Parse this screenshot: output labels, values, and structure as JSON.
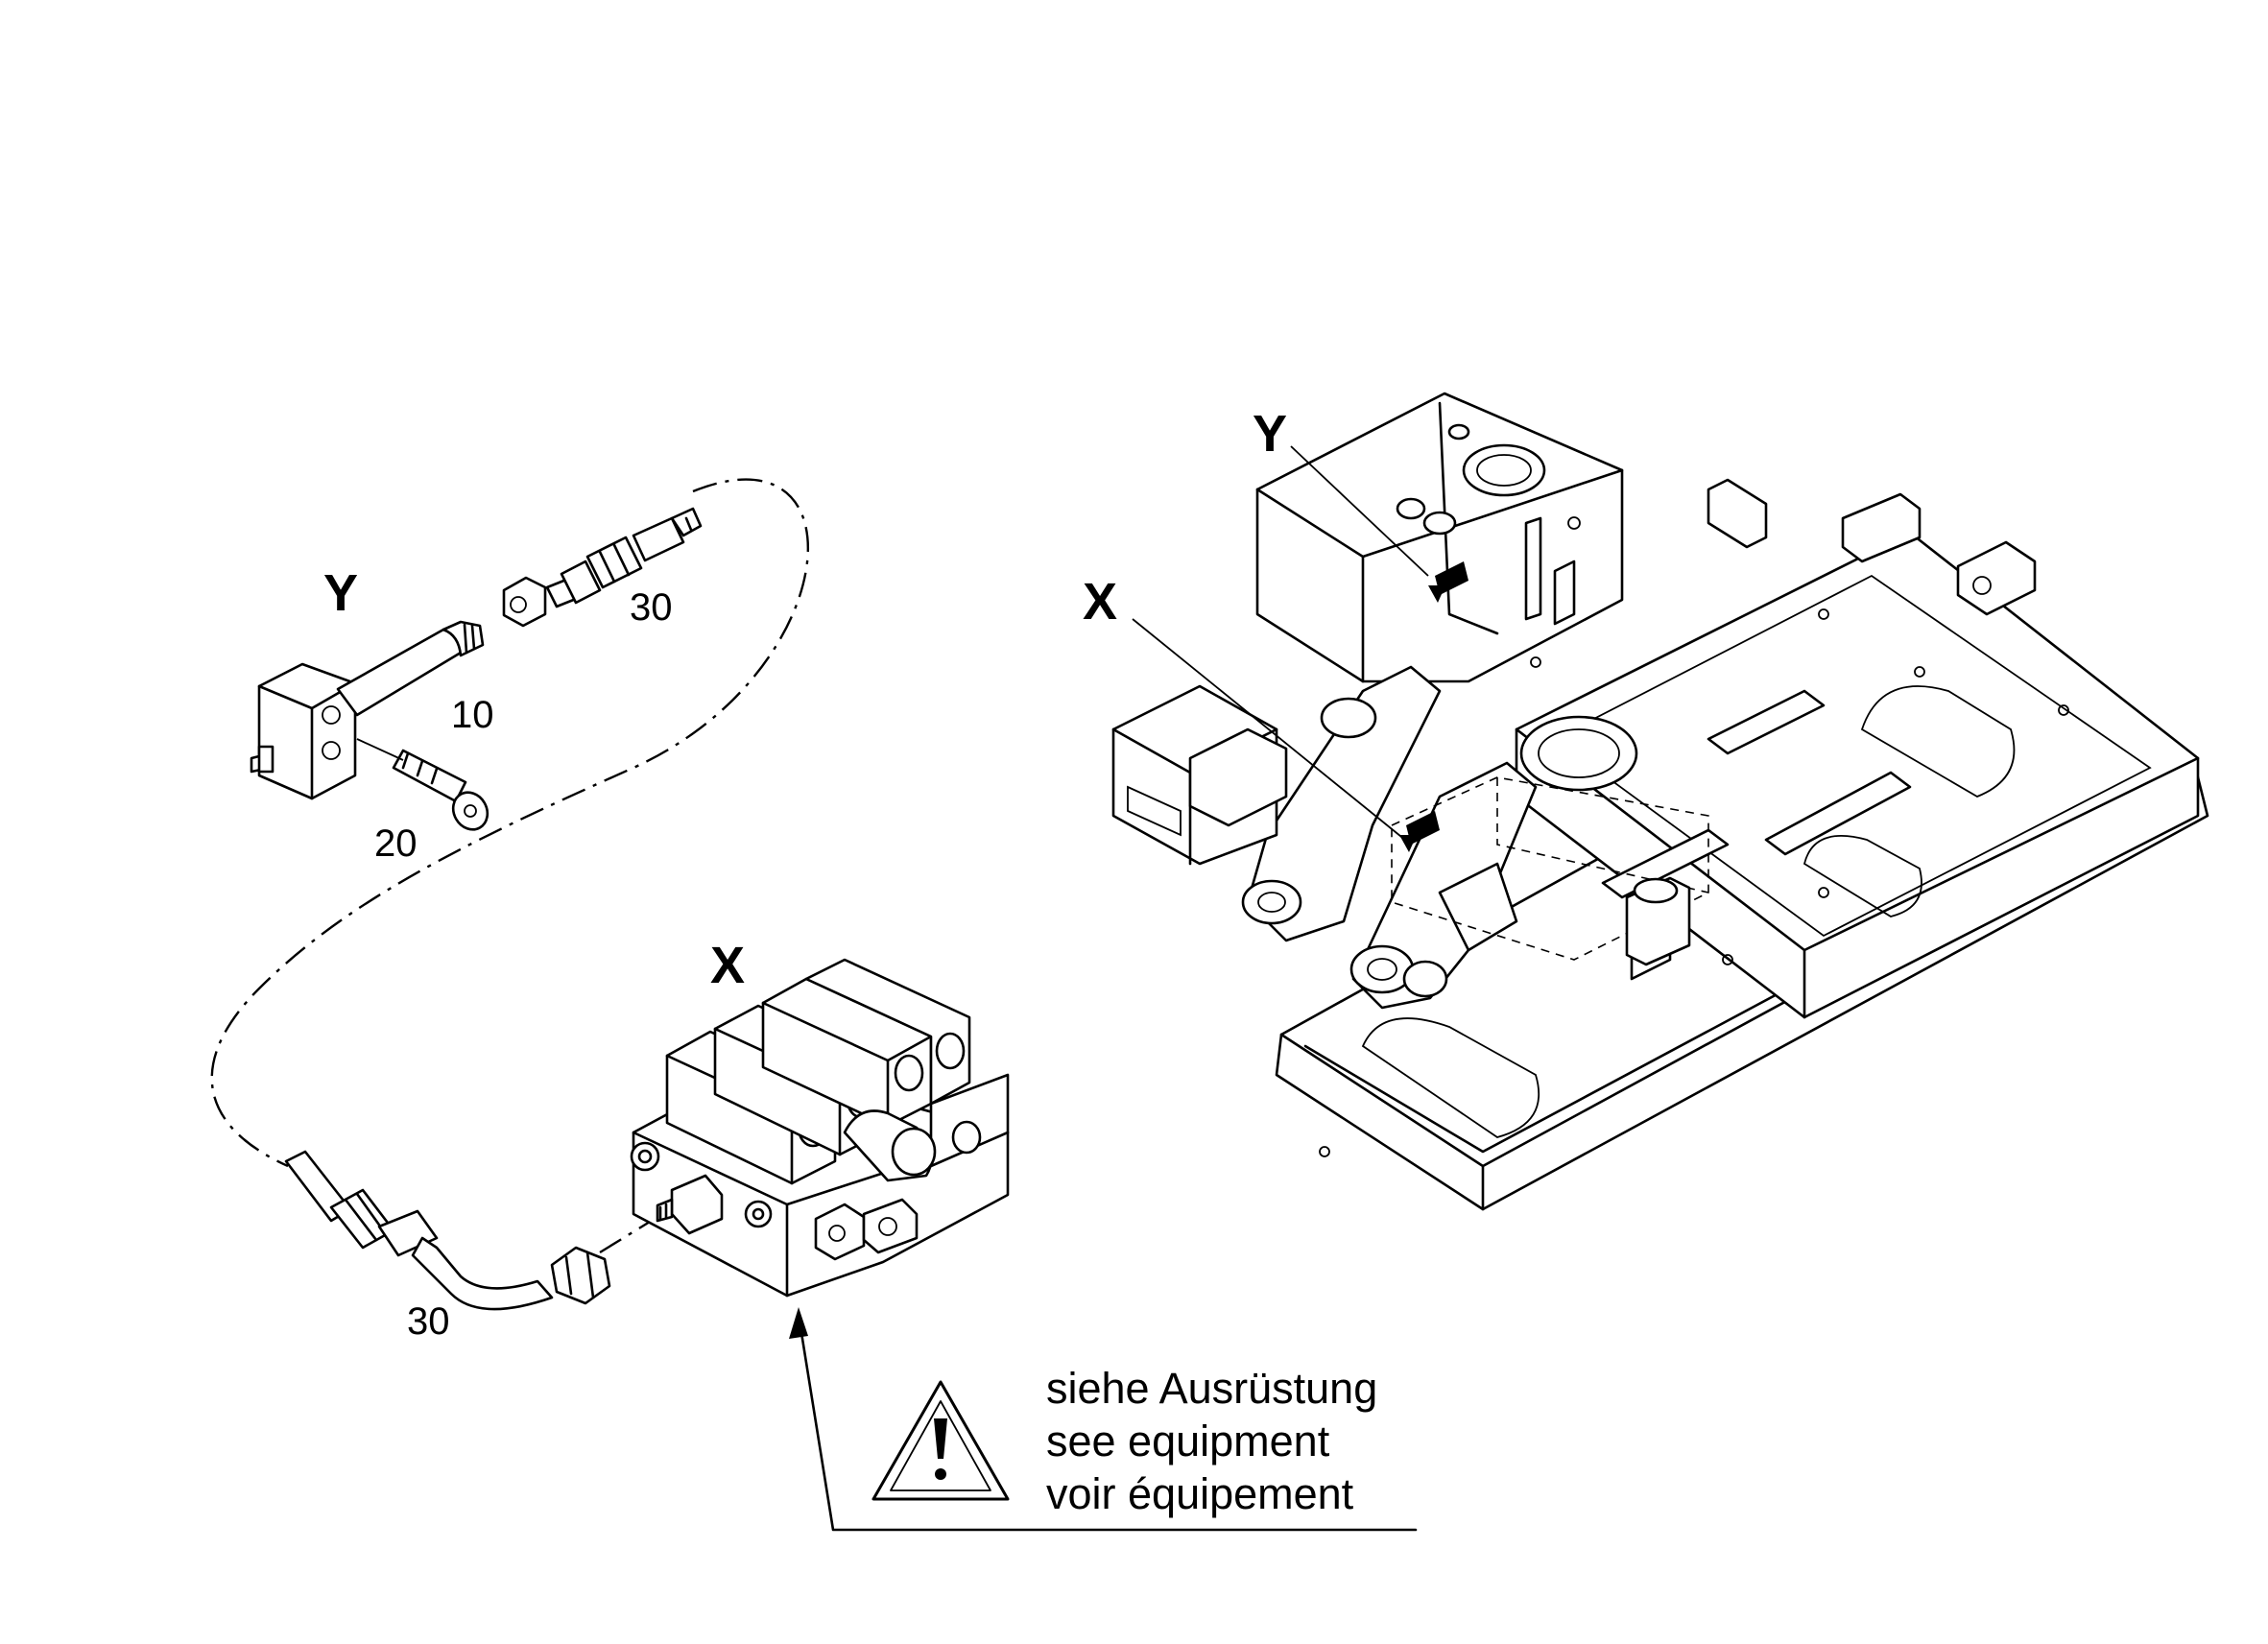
{
  "labels": {
    "detail_y": "Y",
    "detail_x": "X",
    "ref_y": "Y",
    "ref_x": "X",
    "pos_10": "10",
    "pos_20": "20",
    "pos_30_top": "30",
    "pos_30_bottom": "30"
  },
  "note": {
    "line1": "siehe Ausrüstung",
    "line2": "see equipment",
    "line3": "voir équipement",
    "icon": "warning-triangle-icon"
  }
}
